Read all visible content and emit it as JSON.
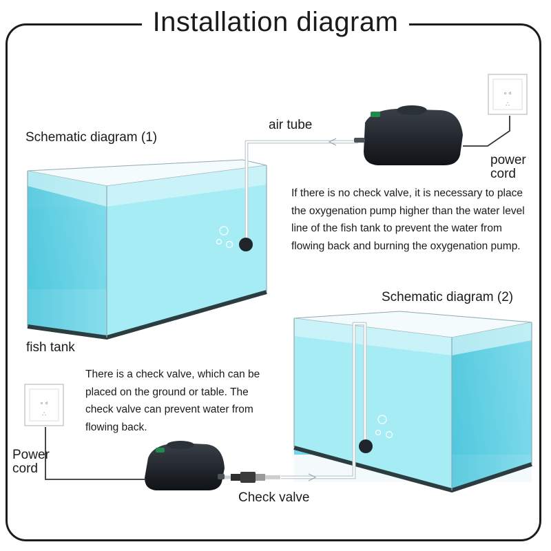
{
  "title": "Installation diagram",
  "diagram1": {
    "heading": "Schematic diagram (1)",
    "air_tube_label": "air tube",
    "power_cord_label": "power\ncord",
    "fish_tank_label": "fish tank",
    "note": "If there is no check valve, it is necessary to place the oxygenation pump higher than the water level line of the fish tank to prevent the water from flowing back and burning the oxygenation pump."
  },
  "diagram2": {
    "heading": "Schematic diagram (2)",
    "power_cord_label": "Power\ncord",
    "check_valve_label": "Check valve",
    "note": "There is a check valve, which can be placed on the ground or table. The check valve can prevent water from flowing back."
  },
  "colors": {
    "water": "#7fe0ee",
    "water_dark": "#3fb4c9",
    "tank_glass": "#eef8fb",
    "pump_body": "#1b1f24",
    "pump_badge": "#1f8a4c"
  }
}
